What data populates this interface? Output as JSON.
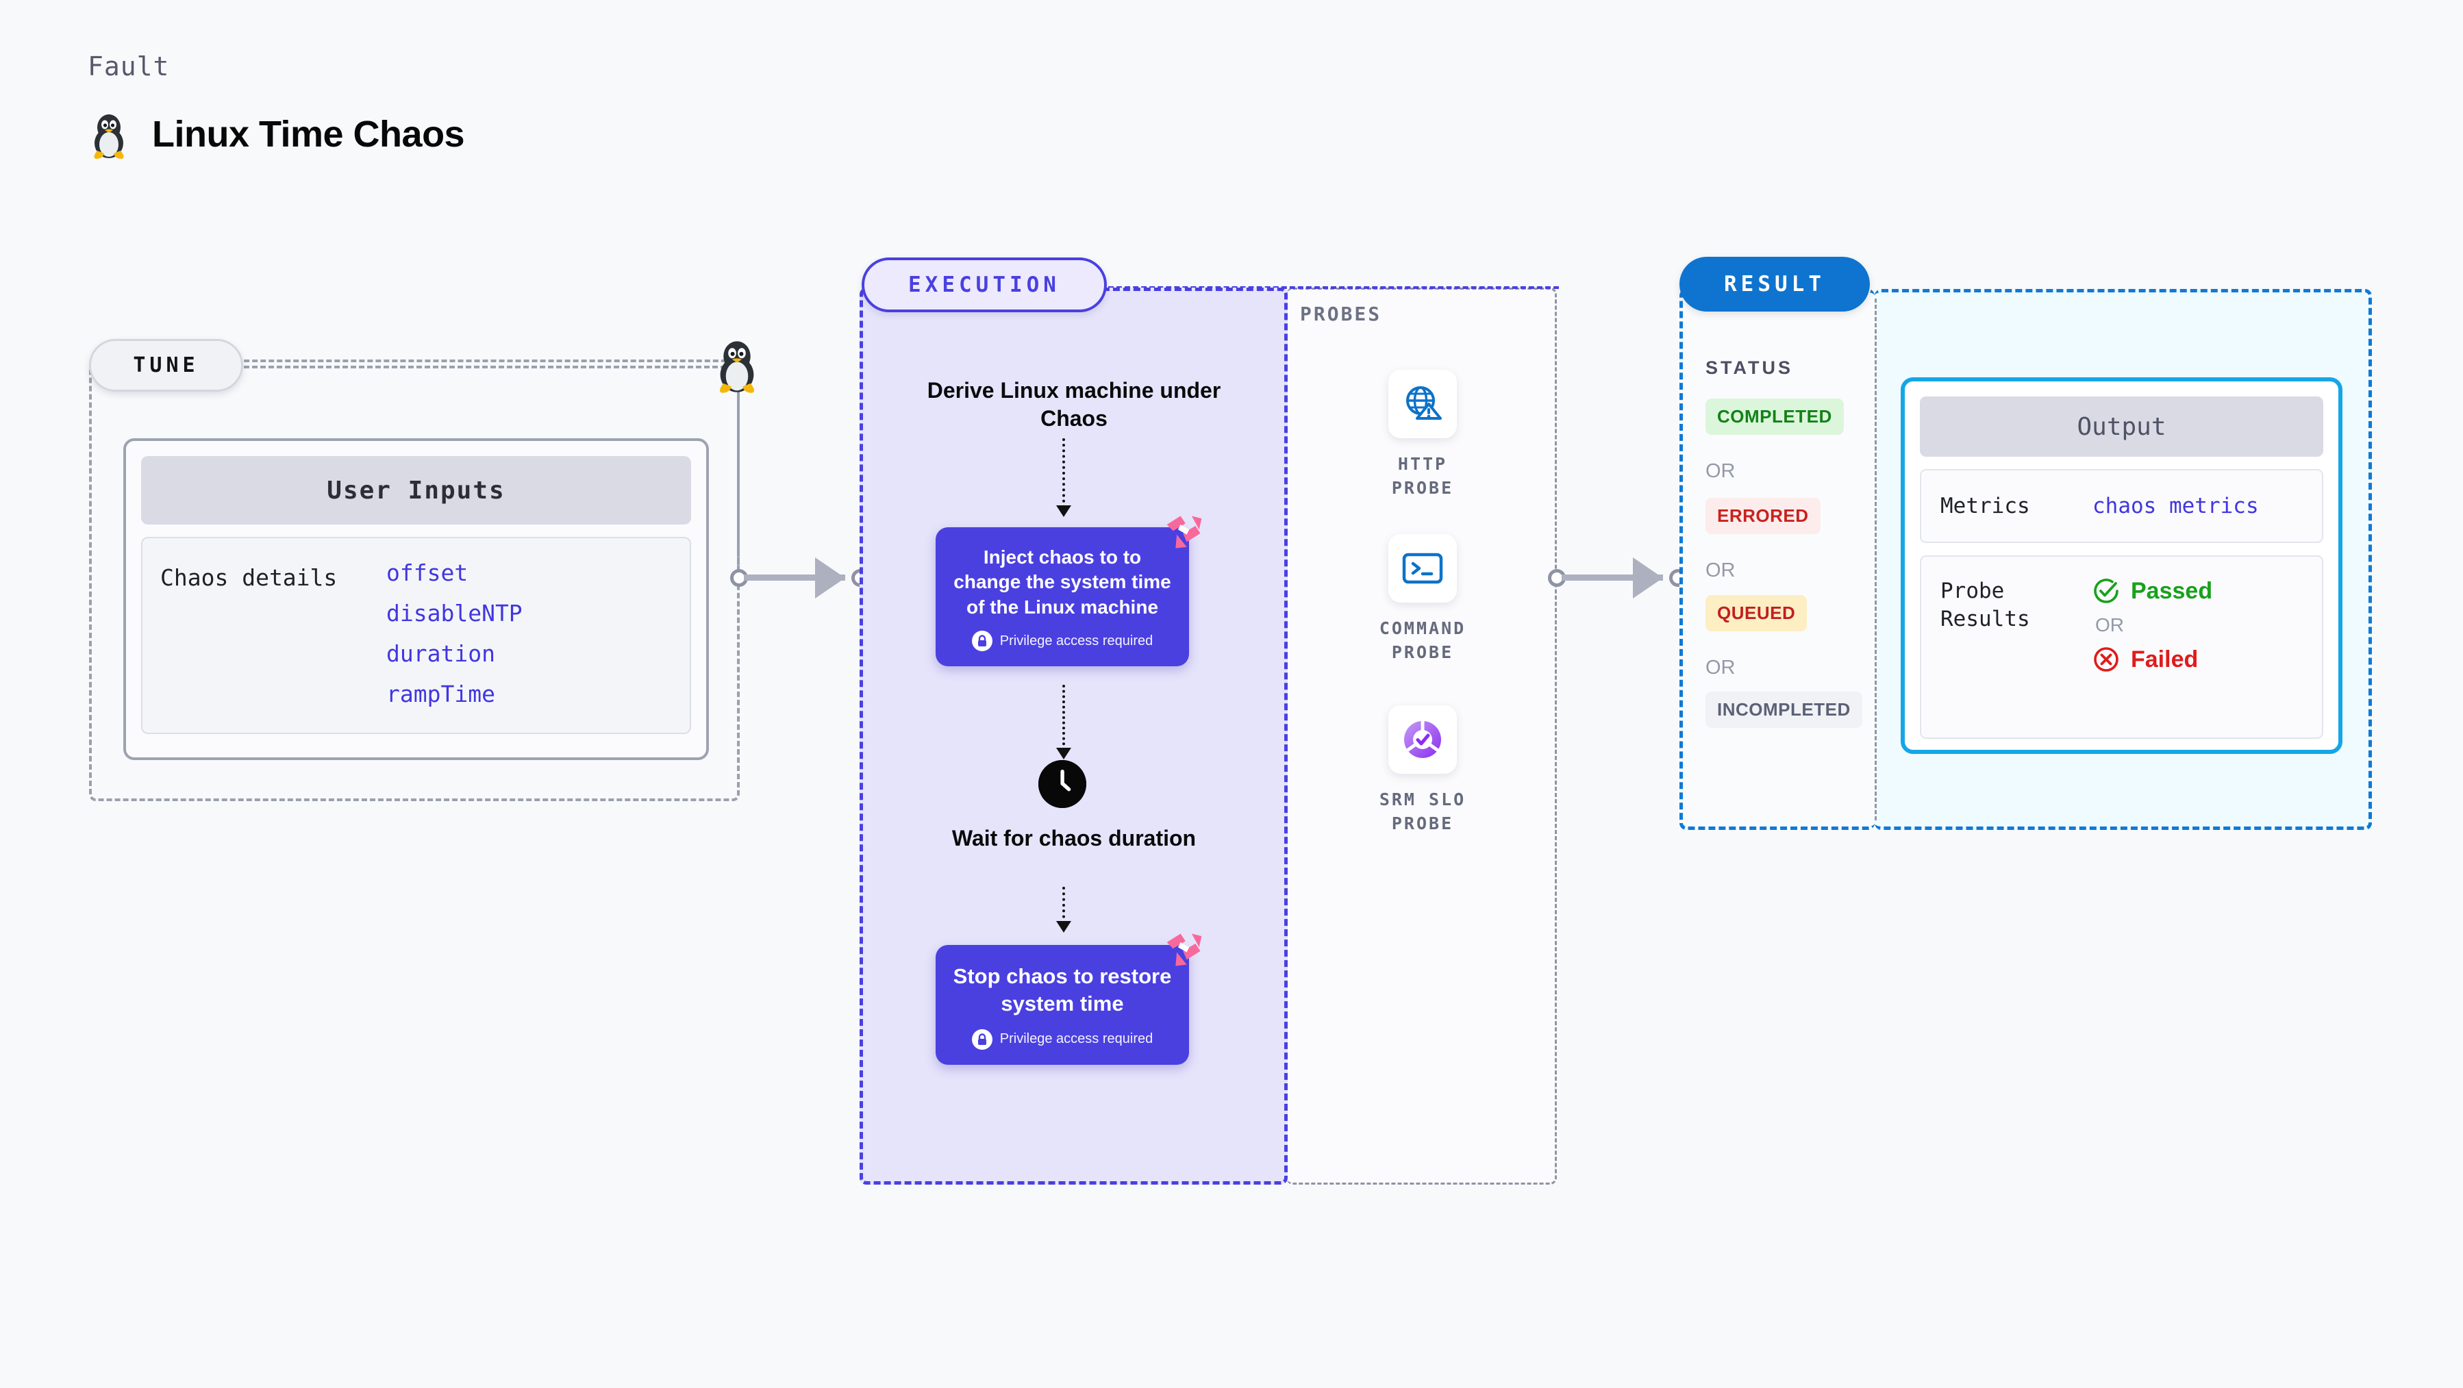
{
  "header": {
    "kicker": "Fault",
    "title": "Linux Time Chaos",
    "icon": "tux-penguin-icon"
  },
  "tune": {
    "pill_label": "TUNE",
    "card_title": "User Inputs",
    "details_label": "Chaos details",
    "params": [
      "offset",
      "disableNTP",
      "duration",
      "rampTime"
    ]
  },
  "execution": {
    "pill_label": "EXECUTION",
    "step1_heading": "Derive Linux machine under Chaos",
    "step2_title": "Inject chaos to to change the system time of the Linux machine",
    "step2_note": "Privilege access required",
    "step3_heading": "Wait for chaos duration",
    "step4_title": "Stop chaos to restore system time",
    "step4_note": "Privilege access required"
  },
  "probes": {
    "label": "PROBES",
    "items": [
      {
        "name": "HTTP PROBE",
        "icon": "globe-warning-icon"
      },
      {
        "name": "COMMAND PROBE",
        "icon": "terminal-icon"
      },
      {
        "name": "SRM SLO PROBE",
        "icon": "slo-donut-check-icon"
      }
    ]
  },
  "result": {
    "pill_label": "RESULT",
    "status_label": "STATUS",
    "or_label": "OR",
    "statuses": [
      {
        "label": "COMPLETED",
        "bg": "#dcf6dc",
        "fg": "#128216"
      },
      {
        "label": "ERRORED",
        "bg": "#fdecec",
        "fg": "#c8221d"
      },
      {
        "label": "QUEUED",
        "bg": "#fdeec3",
        "fg": "#c02020"
      },
      {
        "label": "INCOMPLETED",
        "bg": "#f1f2f6",
        "fg": "#5c6176"
      }
    ],
    "output": {
      "title": "Output",
      "metrics_key": "Metrics",
      "metrics_value": "chaos metrics",
      "probe_results_key": "Probe Results",
      "passed_label": "Passed",
      "failed_label": "Failed",
      "or_label": "OR"
    }
  },
  "colors": {
    "page_bg": "#f8f9fb",
    "execution_accent": "#4a40e0",
    "execution_fill": "#e6e4fb",
    "result_accent": "#1179d4",
    "result_fill": "#effbfe",
    "output_border": "#14a6e6",
    "harness_pink": "#f8699b"
  }
}
